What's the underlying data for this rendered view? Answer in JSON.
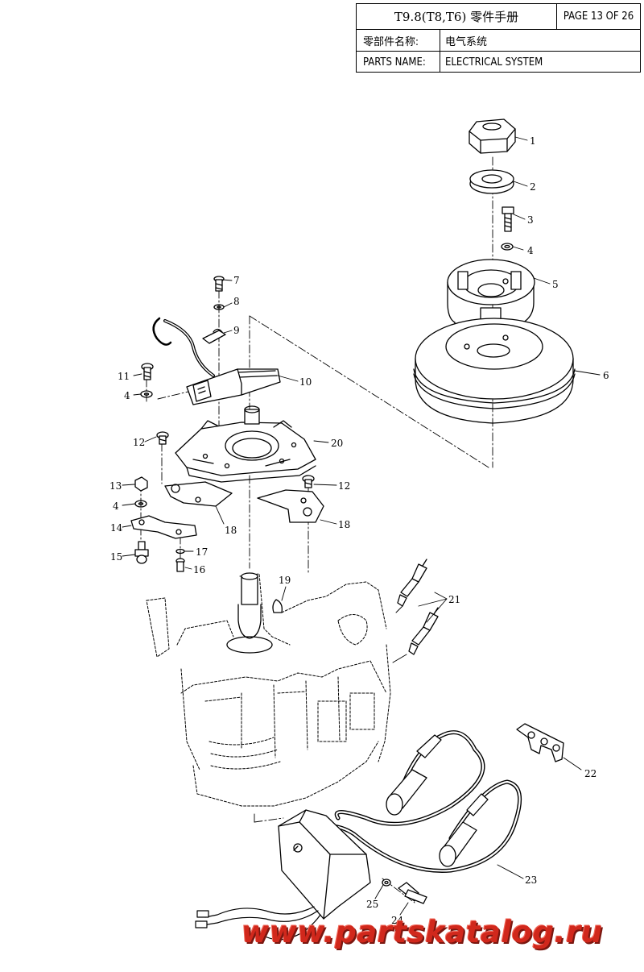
{
  "title_block": {
    "catalog_title": "T9.8(T8,T6) 零件手册",
    "page": "PAGE 13 OF 26",
    "name_label_cn": "零部件名称:",
    "name_value_cn": "电气系统",
    "name_label_en": "PARTS NAME:",
    "name_value_en": "ELECTRICAL SYSTEM"
  },
  "callouts": [
    "1",
    "2",
    "3",
    "4",
    "5",
    "6",
    "7",
    "8",
    "9",
    "10",
    "11",
    "4",
    "12",
    "20",
    "13",
    "12",
    "4",
    "18",
    "14",
    "18",
    "17",
    "15",
    "16",
    "19",
    "21",
    "22",
    "23",
    "25",
    "24"
  ],
  "watermark": "www.partskatalog.ru",
  "colors": {
    "line": "#000000",
    "watermark": "#d1281c"
  }
}
